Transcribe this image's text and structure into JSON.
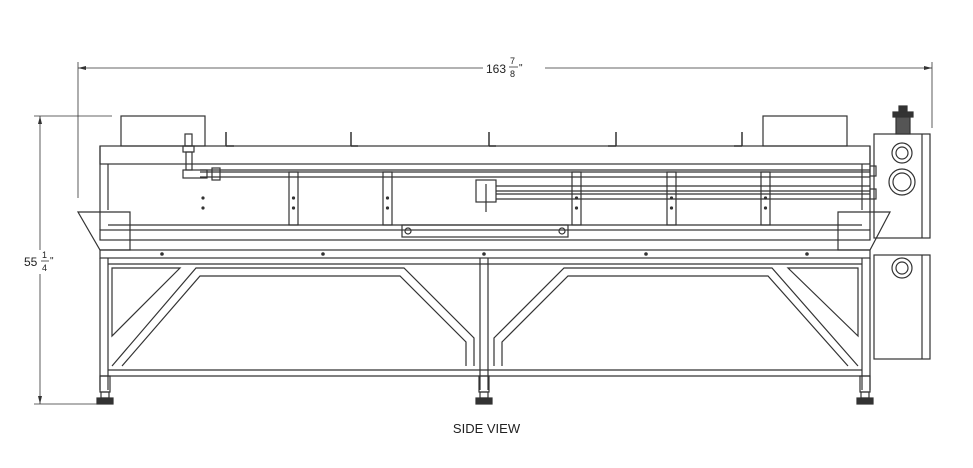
{
  "dimensions": {
    "width": {
      "whole": "163",
      "num": "7",
      "den": "8",
      "unit": "\""
    },
    "height": {
      "whole": "55",
      "num": "1",
      "den": "4",
      "unit": "\""
    }
  },
  "caption": "SIDE VIEW"
}
